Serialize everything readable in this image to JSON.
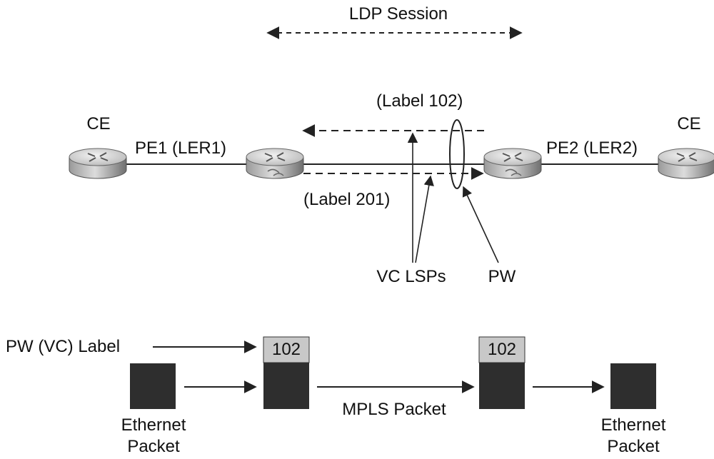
{
  "ldp_session": "LDP Session",
  "ce_left": "CE",
  "ce_right": "CE",
  "pe1": "PE1 (LER1)",
  "pe2": "PE2 (LER2)",
  "label_102": "(Label 102)",
  "label_201": "(Label 201)",
  "vc_lsps": "VC LSPs",
  "pw": "PW",
  "pw_vc_label": "PW (VC) Label",
  "label_value_1": "102",
  "label_value_2": "102",
  "mpls_packet": "MPLS Packet",
  "ethernet_packet_left_1": "Ethernet",
  "ethernet_packet_left_2": "Packet",
  "ethernet_packet_right_1": "Ethernet",
  "ethernet_packet_right_2": "Packet",
  "colors": {
    "router_light": "#e6e6e6",
    "router_mid": "#a8a8a8",
    "router_dark": "#6a6a6a",
    "packet": "#2e2e2e",
    "label_box": "#c8c8c8",
    "line": "#222222"
  }
}
